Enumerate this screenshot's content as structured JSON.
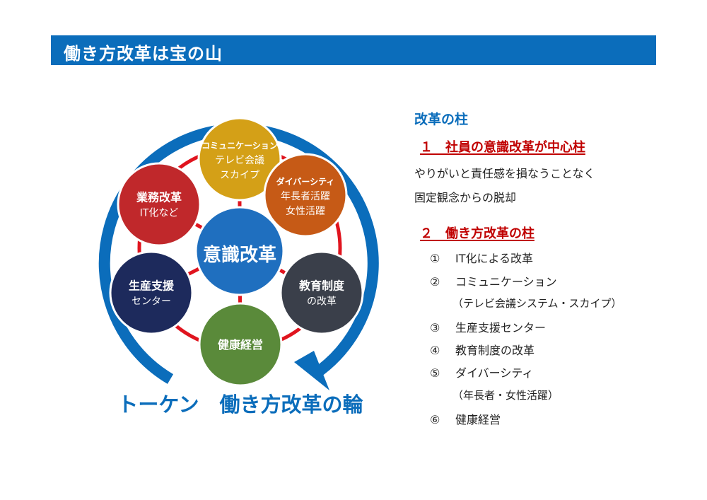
{
  "title": "働き方改革は宝の山",
  "diagram": {
    "caption": "トーケン　働き方改革の輪",
    "center": {
      "label": "意識改革",
      "color": "#1f6fbf"
    },
    "nodes": [
      {
        "title": "コミュニケーション",
        "sub1": "テレビ会議",
        "sub2": "スカイプ",
        "color": "#d4a017"
      },
      {
        "title": "ダイバーシティ",
        "sub1": "年長者活躍",
        "sub2": "女性活躍",
        "color": "#c65a16"
      },
      {
        "title": "教育制度",
        "sub1": "の改革",
        "sub2": "",
        "color": "#3a3f4a"
      },
      {
        "title": "健康経営",
        "sub1": "",
        "sub2": "",
        "color": "#5a8a3a"
      },
      {
        "title": "生産支援",
        "sub1": "センター",
        "sub2": "",
        "color": "#1d2a5c"
      },
      {
        "title": "業務改革",
        "sub1": "IT化など",
        "sub2": "",
        "color": "#c0282b"
      }
    ],
    "ring_color": "#e0141e",
    "arrow_color": "#0b6dbb"
  },
  "right": {
    "heading": "改革の柱",
    "pillar1": {
      "title": "１　社員の意識改革が中心柱",
      "lines": [
        "やりがいと責任感を損なうことなく",
        "固定観念からの脱却"
      ]
    },
    "pillar2": {
      "title": "２　働き方改革の柱",
      "items": [
        {
          "num": "①",
          "text": "IT化による改革"
        },
        {
          "num": "②",
          "text": "コミュニケーション"
        },
        {
          "num": "",
          "text": "（テレビ会議システム・スカイプ）"
        },
        {
          "num": "③",
          "text": "生産支援センター"
        },
        {
          "num": "④",
          "text": "教育制度の改革"
        },
        {
          "num": "⑤",
          "text": "ダイバーシティ"
        },
        {
          "num": "",
          "text": "（年長者・女性活躍）"
        },
        {
          "num": "⑥",
          "text": "健康経営"
        }
      ]
    }
  }
}
